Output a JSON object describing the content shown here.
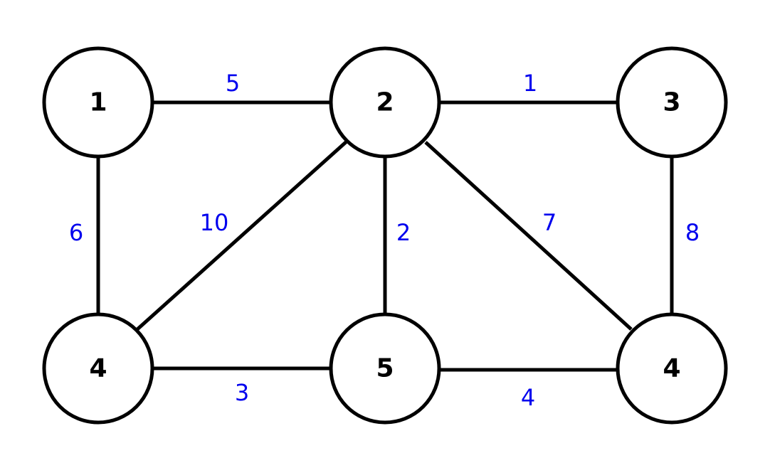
{
  "graph": {
    "colors": {
      "edge": "#000000",
      "node_fill": "#ffffff",
      "node_stroke": "#000000",
      "weight_text": "#0000ee"
    },
    "nodes": [
      {
        "id": "n1",
        "label": "1"
      },
      {
        "id": "n2",
        "label": "2"
      },
      {
        "id": "n3",
        "label": "3"
      },
      {
        "id": "n4a",
        "label": "4"
      },
      {
        "id": "n5",
        "label": "5"
      },
      {
        "id": "n4b",
        "label": "4"
      }
    ],
    "edges": [
      {
        "from": "n1",
        "to": "n2",
        "weight": "5"
      },
      {
        "from": "n2",
        "to": "n3",
        "weight": "1"
      },
      {
        "from": "n1",
        "to": "n4a",
        "weight": "6"
      },
      {
        "from": "n2",
        "to": "n4a",
        "weight": "10"
      },
      {
        "from": "n2",
        "to": "n5",
        "weight": "2"
      },
      {
        "from": "n2",
        "to": "n4b",
        "weight": "7"
      },
      {
        "from": "n3",
        "to": "n4b",
        "weight": "8"
      },
      {
        "from": "n4a",
        "to": "n5",
        "weight": "3"
      },
      {
        "from": "n5",
        "to": "n4b",
        "weight": "4"
      }
    ]
  }
}
